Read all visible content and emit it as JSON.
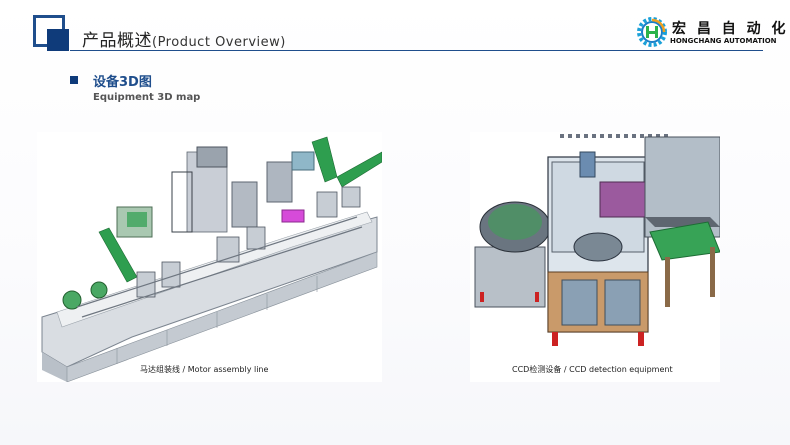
{
  "header": {
    "title_cn": "产品概述",
    "title_en": "(Product Overview)",
    "brand_cn": "宏 昌 自 动 化",
    "brand_en": "HONGCHANG AUTOMATION"
  },
  "section": {
    "title_cn": "设备3D图",
    "title_en": "Equipment 3D map"
  },
  "images": [
    {
      "caption": "马达组装线 /  Motor assembly line",
      "icon": "machine-render"
    },
    {
      "caption": "CCD检测设备 / CCD detection equipment",
      "icon": "machine-render"
    }
  ],
  "colors": {
    "brand_blue": "#0f3b7a",
    "accent_blue": "#1f4e8c",
    "conveyor_green": "#2e9e4f"
  }
}
